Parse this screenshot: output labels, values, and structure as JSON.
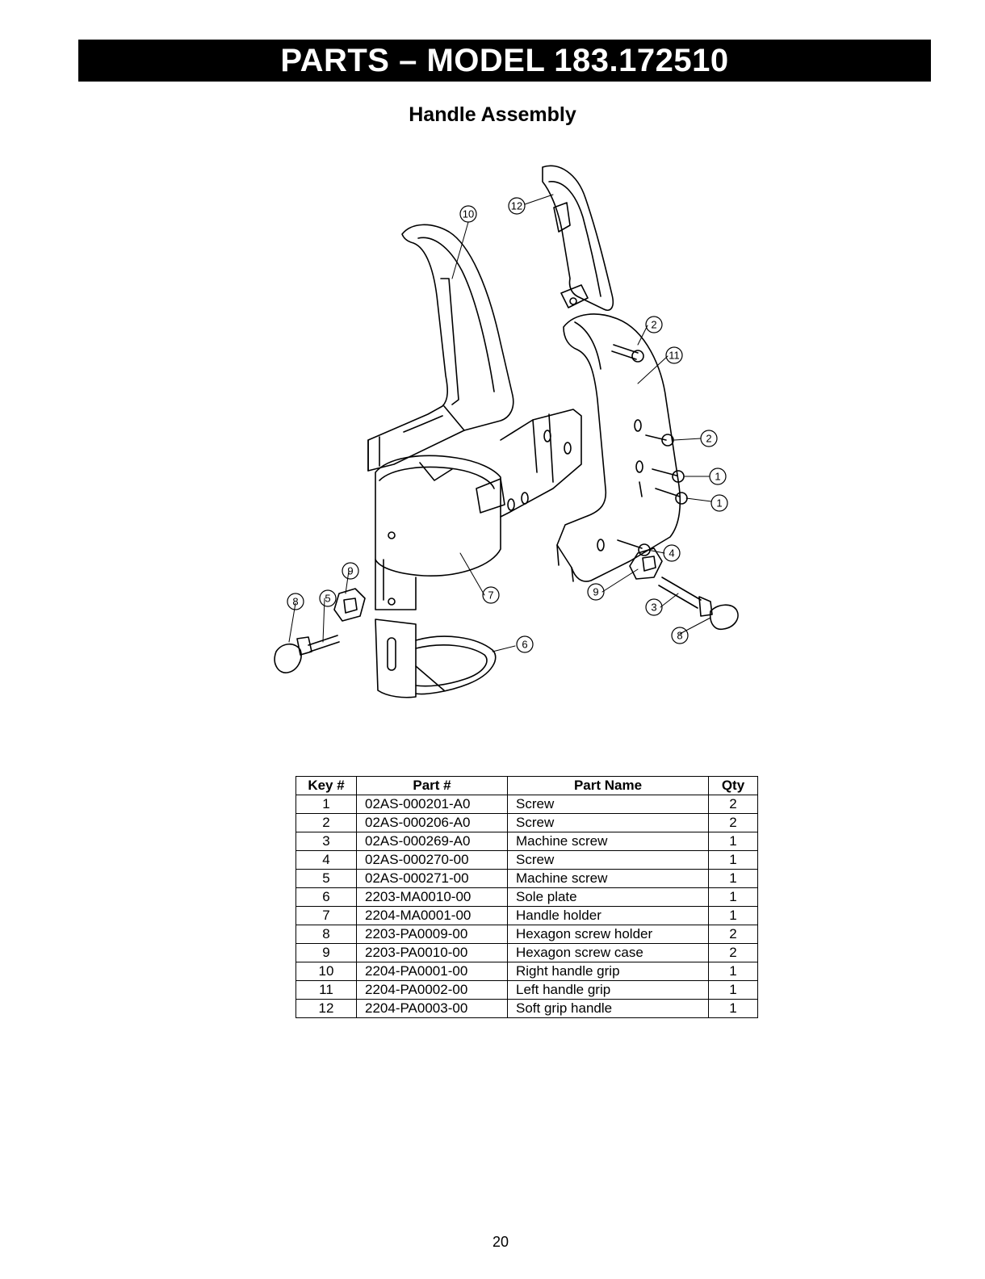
{
  "header": {
    "title": "PARTS – MODEL 183.172510"
  },
  "section": {
    "title": "Handle Assembly"
  },
  "diagram": {
    "callouts": [
      "12",
      "10",
      "2",
      "11",
      "2",
      "1",
      "1",
      "4",
      "9",
      "7",
      "3",
      "8",
      "9",
      "8",
      "5",
      "6"
    ]
  },
  "table": {
    "headers": {
      "key": "Key #",
      "part": "Part #",
      "name": "Part Name",
      "qty": "Qty"
    },
    "rows": [
      {
        "key": "1",
        "part": "02AS-000201-A0",
        "name": "Screw",
        "qty": "2"
      },
      {
        "key": "2",
        "part": "02AS-000206-A0",
        "name": "Screw",
        "qty": "2"
      },
      {
        "key": "3",
        "part": "02AS-000269-A0",
        "name": "Machine screw",
        "qty": "1"
      },
      {
        "key": "4",
        "part": "02AS-000270-00",
        "name": "Screw",
        "qty": "1"
      },
      {
        "key": "5",
        "part": "02AS-000271-00",
        "name": "Machine screw",
        "qty": "1"
      },
      {
        "key": "6",
        "part": "2203-MA0010-00",
        "name": "Sole plate",
        "qty": "1"
      },
      {
        "key": "7",
        "part": "2204-MA0001-00",
        "name": "Handle holder",
        "qty": "1"
      },
      {
        "key": "8",
        "part": "2203-PA0009-00",
        "name": "Hexagon screw holder",
        "qty": "2"
      },
      {
        "key": "9",
        "part": "2203-PA0010-00",
        "name": "Hexagon screw case",
        "qty": "2"
      },
      {
        "key": "10",
        "part": "2204-PA0001-00",
        "name": "Right handle grip",
        "qty": "1"
      },
      {
        "key": "11",
        "part": "2204-PA0002-00",
        "name": "Left handle grip",
        "qty": "1"
      },
      {
        "key": "12",
        "part": "2204-PA0003-00",
        "name": "Soft grip handle",
        "qty": "1"
      }
    ]
  },
  "footer": {
    "page_number": "20"
  }
}
